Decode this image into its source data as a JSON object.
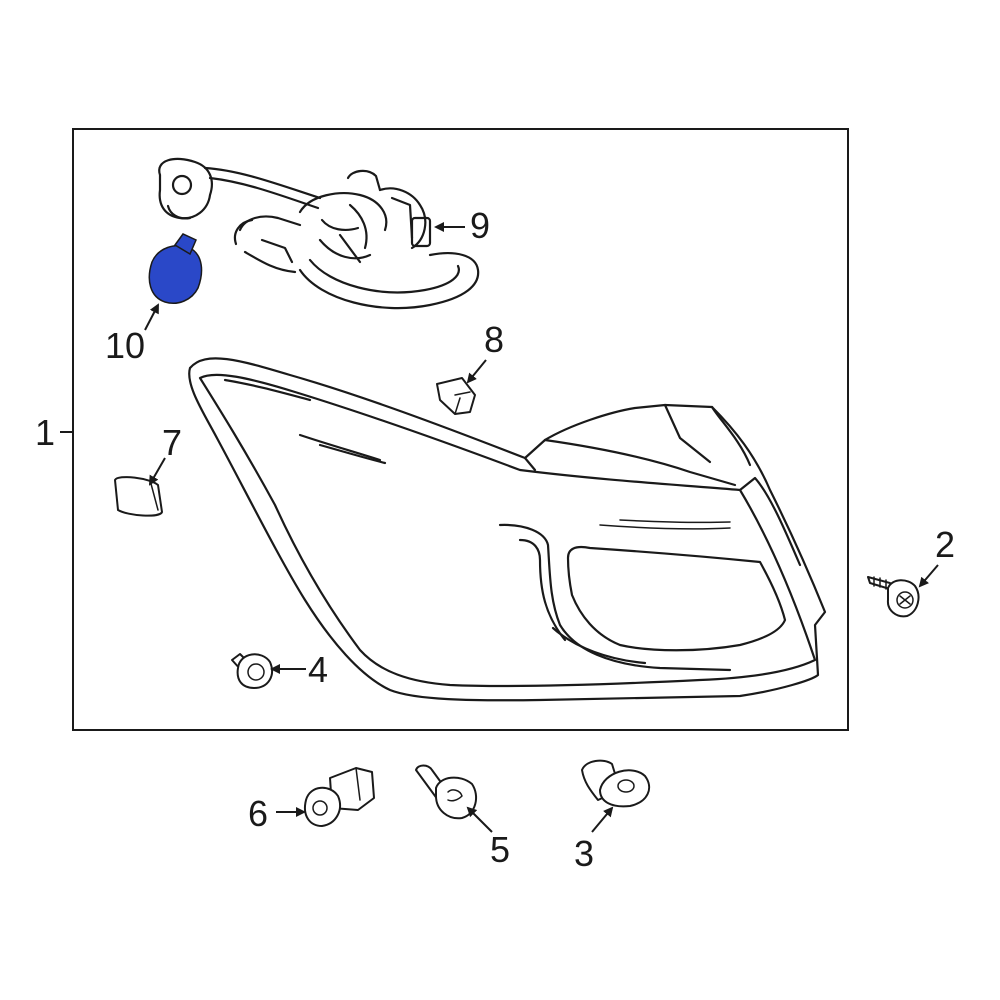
{
  "diagram": {
    "highlight_color": "#2a48c8",
    "callouts": [
      {
        "id": "1",
        "label": "1"
      },
      {
        "id": "2",
        "label": "2"
      },
      {
        "id": "3",
        "label": "3"
      },
      {
        "id": "4",
        "label": "4"
      },
      {
        "id": "5",
        "label": "5"
      },
      {
        "id": "6",
        "label": "6"
      },
      {
        "id": "7",
        "label": "7"
      },
      {
        "id": "8",
        "label": "8"
      },
      {
        "id": "9",
        "label": "9"
      },
      {
        "id": "10",
        "label": "10"
      }
    ],
    "highlighted_part": "10"
  }
}
